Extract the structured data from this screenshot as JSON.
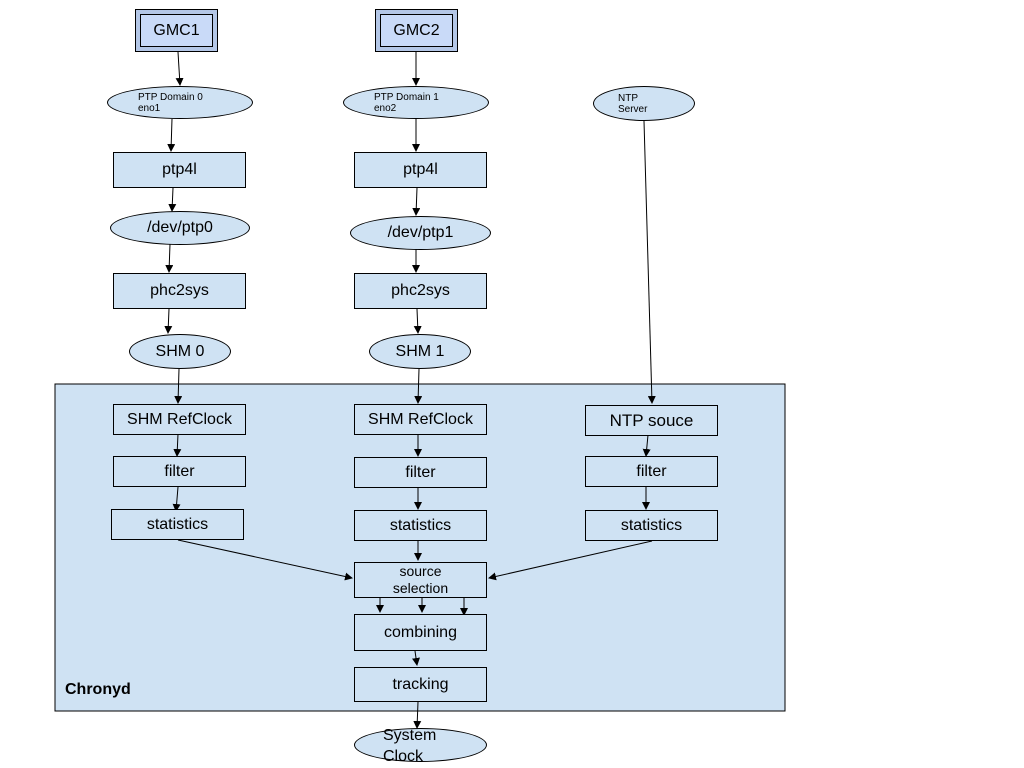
{
  "gmc": {
    "gmc1": "GMC1",
    "gmc2": "GMC2"
  },
  "domains": {
    "d0_line1": "PTP Domain 0",
    "d0_line2": "eno1",
    "d1_line1": "PTP Domain 1",
    "d1_line2": "eno2",
    "ntp_line1": "NTP",
    "ntp_line2": "Server"
  },
  "column0": {
    "ptp4l": "ptp4l",
    "dev": "/dev/ptp0",
    "phc2sys": "phc2sys",
    "shm": "SHM 0",
    "refclock": "SHM RefClock",
    "filter": "filter",
    "statistics": "statistics"
  },
  "column1": {
    "ptp4l": "ptp4l",
    "dev": "/dev/ptp1",
    "phc2sys": "phc2sys",
    "shm": "SHM 1",
    "refclock": "SHM RefClock",
    "filter": "filter",
    "statistics": "statistics"
  },
  "column2": {
    "source": "NTP souce",
    "filter": "filter",
    "statistics": "statistics"
  },
  "chronyd": {
    "label": "Chronyd",
    "selection_line1": "source",
    "selection_line2": "selection",
    "combining": "combining",
    "tracking": "tracking"
  },
  "system_clock": {
    "line1": "System",
    "line2": "Clock"
  },
  "colors": {
    "fill": "#cfe2f3",
    "stroke": "#000000"
  }
}
